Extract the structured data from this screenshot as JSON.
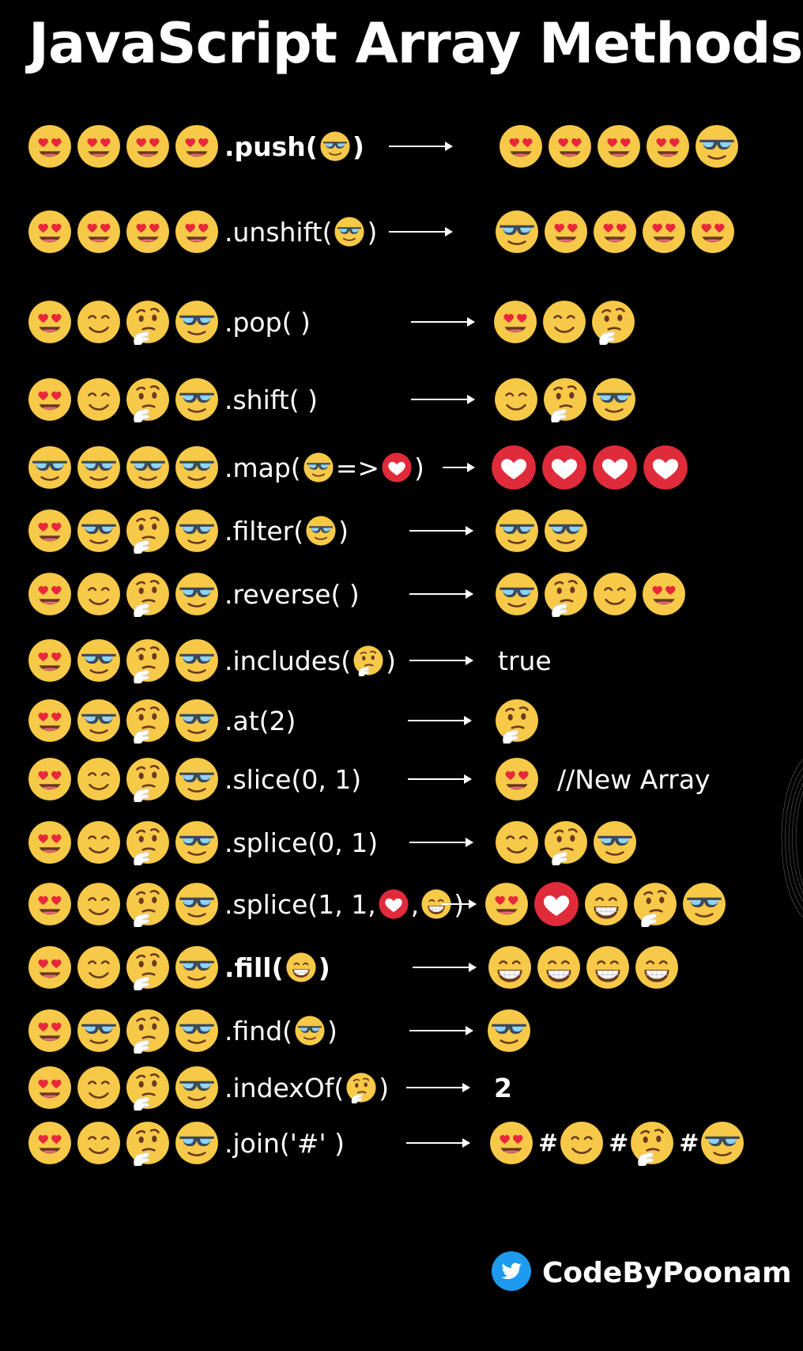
{
  "title": "JavaScript Array Methods",
  "brand": {
    "icon": "twitter-bird-icon",
    "name": "CodeByPoonam"
  },
  "emoji_legend": {
    "love": "heart-eyes-face",
    "cool": "sunglasses-face",
    "smile": "smiling-face",
    "think": "thinking-face",
    "grin": "grinning-face",
    "heart": "red-heart"
  },
  "colors": {
    "face": "#f7c948",
    "heart_bg": "#e02b3a",
    "background": "#000000"
  },
  "rows": [
    {
      "id": "push",
      "input": [
        "love",
        "love",
        "love",
        "love"
      ],
      "method": [
        {
          "t": ".push("
        },
        {
          "e": "cool"
        },
        {
          "t": ")"
        }
      ],
      "bold": true,
      "output": [
        {
          "e": "love"
        },
        {
          "e": "love"
        },
        {
          "e": "love"
        },
        {
          "e": "love"
        },
        {
          "e": "cool"
        }
      ]
    },
    {
      "id": "unshift",
      "input": [
        "love",
        "love",
        "love",
        "love"
      ],
      "method": [
        {
          "t": ".unshift("
        },
        {
          "e": "cool"
        },
        {
          "t": ")"
        }
      ],
      "output": [
        {
          "e": "cool"
        },
        {
          "e": "love"
        },
        {
          "e": "love"
        },
        {
          "e": "love"
        },
        {
          "e": "love"
        }
      ]
    },
    {
      "id": "pop",
      "input": [
        "love",
        "smile",
        "think",
        "cool"
      ],
      "method": [
        {
          "t": ".pop( )"
        }
      ],
      "output": [
        {
          "e": "love"
        },
        {
          "e": "smile"
        },
        {
          "e": "think"
        }
      ]
    },
    {
      "id": "shift",
      "input": [
        "love",
        "smile",
        "think",
        "cool"
      ],
      "method": [
        {
          "t": ".shift( )"
        }
      ],
      "output": [
        {
          "e": "smile"
        },
        {
          "e": "think"
        },
        {
          "e": "cool"
        }
      ]
    },
    {
      "id": "map",
      "input": [
        "cool",
        "cool",
        "cool",
        "cool"
      ],
      "method": [
        {
          "t": ".map("
        },
        {
          "e": "cool"
        },
        {
          "t": " => "
        },
        {
          "e": "heart"
        },
        {
          "t": ")"
        }
      ],
      "output": [
        {
          "e": "heart"
        },
        {
          "e": "heart"
        },
        {
          "e": "heart"
        },
        {
          "e": "heart"
        }
      ]
    },
    {
      "id": "filter",
      "input": [
        "love",
        "cool",
        "think",
        "cool"
      ],
      "method": [
        {
          "t": ".filter("
        },
        {
          "e": "cool"
        },
        {
          "t": ")"
        }
      ],
      "output": [
        {
          "e": "cool"
        },
        {
          "e": "cool"
        }
      ]
    },
    {
      "id": "reverse",
      "input": [
        "love",
        "smile",
        "think",
        "cool"
      ],
      "method": [
        {
          "t": ".reverse( )"
        }
      ],
      "output": [
        {
          "e": "cool"
        },
        {
          "e": "think"
        },
        {
          "e": "smile"
        },
        {
          "e": "love"
        }
      ]
    },
    {
      "id": "includes",
      "input": [
        "love",
        "cool",
        "think",
        "cool"
      ],
      "method": [
        {
          "t": ".includes("
        },
        {
          "e": "think"
        },
        {
          "t": ")"
        }
      ],
      "output": [
        {
          "t": "true"
        }
      ]
    },
    {
      "id": "at",
      "input": [
        "love",
        "cool",
        "think",
        "cool"
      ],
      "method": [
        {
          "t": ".at(2)"
        }
      ],
      "output": [
        {
          "e": "think"
        }
      ]
    },
    {
      "id": "slice",
      "input": [
        "love",
        "smile",
        "think",
        "cool"
      ],
      "method": [
        {
          "t": ".slice(0, 1)"
        }
      ],
      "output": [
        {
          "e": "love"
        }
      ],
      "comment": "//New Array"
    },
    {
      "id": "splice",
      "input": [
        "love",
        "smile",
        "think",
        "cool"
      ],
      "method": [
        {
          "t": ".splice(0, 1)"
        }
      ],
      "output": [
        {
          "e": "smile"
        },
        {
          "e": "think"
        },
        {
          "e": "cool"
        }
      ]
    },
    {
      "id": "splice2",
      "input": [
        "love",
        "smile",
        "think",
        "cool"
      ],
      "method": [
        {
          "t": ".splice(1, 1, "
        },
        {
          "e": "heart"
        },
        {
          "t": ", "
        },
        {
          "e": "grin"
        },
        {
          "t": ")"
        }
      ],
      "output": [
        {
          "e": "love"
        },
        {
          "e": "heart"
        },
        {
          "e": "grin"
        },
        {
          "e": "think"
        },
        {
          "e": "cool"
        }
      ]
    },
    {
      "id": "fill",
      "input": [
        "love",
        "smile",
        "think",
        "cool"
      ],
      "method": [
        {
          "t": ".fill("
        },
        {
          "e": "grin"
        },
        {
          "t": ")"
        }
      ],
      "bold": true,
      "output": [
        {
          "e": "grin"
        },
        {
          "e": "grin"
        },
        {
          "e": "grin"
        },
        {
          "e": "grin"
        }
      ]
    },
    {
      "id": "find",
      "input": [
        "love",
        "cool",
        "think",
        "cool"
      ],
      "method": [
        {
          "t": ".find("
        },
        {
          "e": "cool"
        },
        {
          "t": ")"
        }
      ],
      "output": [
        {
          "e": "cool"
        }
      ]
    },
    {
      "id": "indexOf",
      "input": [
        "love",
        "smile",
        "think",
        "cool"
      ],
      "method": [
        {
          "t": ".indexOf("
        },
        {
          "e": "think"
        },
        {
          "t": ")"
        }
      ],
      "output": [
        {
          "t": "2",
          "bold": true
        }
      ]
    },
    {
      "id": "join",
      "input": [
        "love",
        "smile",
        "think",
        "cool"
      ],
      "method": [
        {
          "t": ".join('#' )"
        }
      ],
      "output": [
        {
          "e": "love"
        },
        {
          "h": "#"
        },
        {
          "e": "smile"
        },
        {
          "h": "#"
        },
        {
          "e": "think"
        },
        {
          "h": "#"
        },
        {
          "e": "cool"
        }
      ]
    }
  ]
}
